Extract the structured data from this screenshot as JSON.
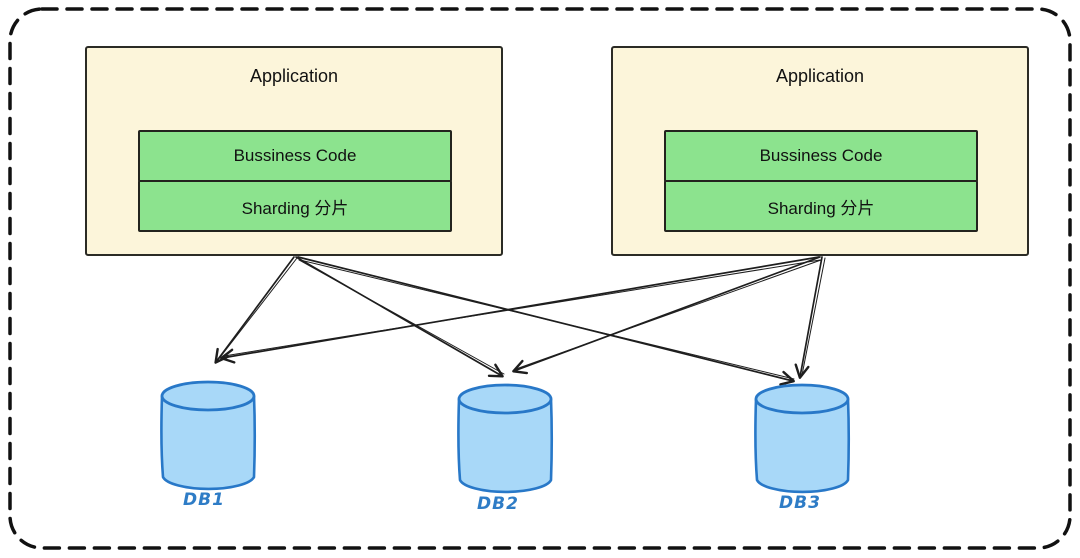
{
  "applications": [
    {
      "title": "Application",
      "layers": [
        "Bussiness Code",
        "Sharding 分片"
      ]
    },
    {
      "title": "Application",
      "layers": [
        "Bussiness Code",
        "Sharding 分片"
      ]
    }
  ],
  "databases": [
    {
      "label": "DB1"
    },
    {
      "label": "DB2"
    },
    {
      "label": "DB3"
    }
  ],
  "icons": {
    "database_cylinder": "database-cylinder-icon"
  },
  "colors": {
    "application_fill": "#FCF5DA",
    "layer_fill": "#8CE38E",
    "box_stroke": "#23231e",
    "db_fill": "#A8D8F8",
    "db_stroke": "#2878C8",
    "db_label_color": "#2E7CC6",
    "arrow_color": "#1e1e1e",
    "outer_border_color": "#111111",
    "background": "#ffffff"
  }
}
